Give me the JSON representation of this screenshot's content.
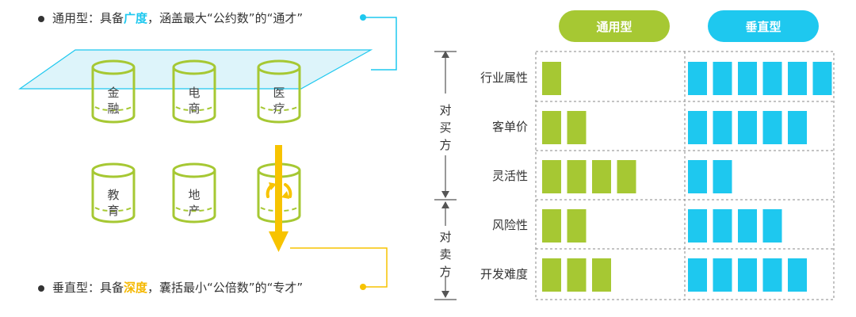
{
  "left": {
    "general_line": {
      "prefix": "通用型：具备",
      "highlight": "广度",
      "suffix": "，涵盖最大“公约数”的“通才”"
    },
    "vertical_line": {
      "prefix": "垂直型：具备",
      "highlight": "深度",
      "suffix": "，囊括最小“公倍数”的“专才”"
    },
    "cylinders_top": [
      {
        "chars": [
          "金",
          "融"
        ]
      },
      {
        "chars": [
          "电",
          "商"
        ]
      },
      {
        "chars": [
          "医",
          "疗"
        ]
      }
    ],
    "cylinders_bottom": [
      {
        "chars": [
          "教",
          "育"
        ]
      },
      {
        "chars": [
          "地",
          "产"
        ]
      }
    ],
    "colors": {
      "green": "#a6c833",
      "blue": "#1ec8ef",
      "yellow": "#f7c300"
    }
  },
  "right": {
    "header_general": "通用型",
    "header_vertical": "垂直型",
    "group_buyer": [
      "对",
      "买",
      "方"
    ],
    "group_seller": [
      "对",
      "卖",
      "方"
    ],
    "rows": [
      {
        "label": "行业属性",
        "general": 1,
        "vertical": 6
      },
      {
        "label": "客单价",
        "general": 2,
        "vertical": 5
      },
      {
        "label": "灵活性",
        "general": 4,
        "vertical": 2
      },
      {
        "label": "风险性",
        "general": 2,
        "vertical": 4
      },
      {
        "label": "开发难度",
        "general": 3,
        "vertical": 5
      }
    ],
    "colors": {
      "green": "#a6c833",
      "blue": "#1ec8ef"
    }
  }
}
